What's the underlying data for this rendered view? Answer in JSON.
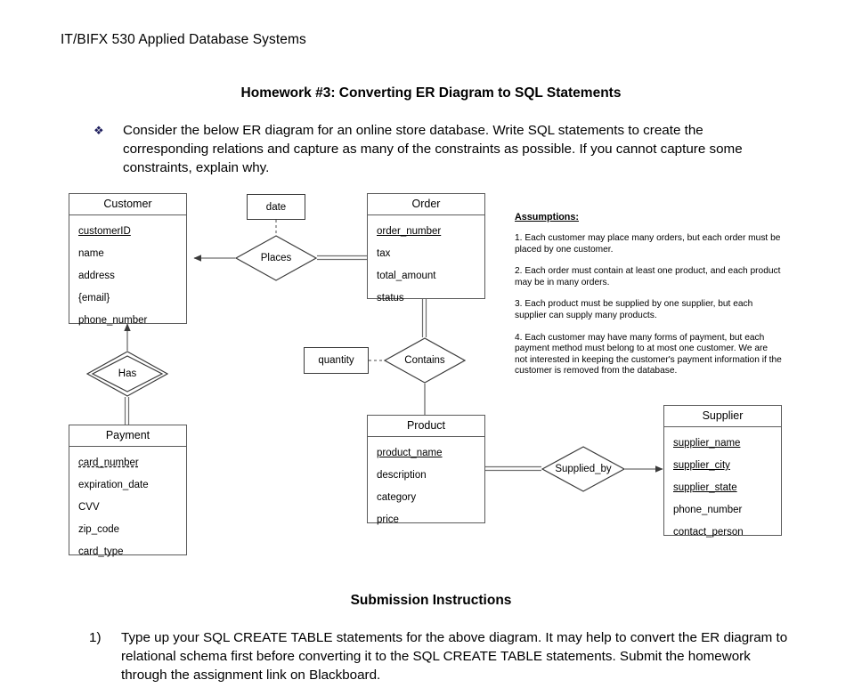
{
  "document": {
    "course_line": "IT/BIFX 530 Applied Database Systems",
    "title": "Homework #3: Converting ER Diagram to SQL Statements",
    "bullet_mark": "❖",
    "bullet_text": "Consider the below ER diagram for an online store database. Write SQL statements to create the corresponding relations and capture as many of the constraints as possible. If you cannot capture some constraints, explain why.",
    "submission_title": "Submission Instructions",
    "instruction_number": "1)",
    "instruction_text": "Type up your SQL CREATE TABLE statements for the above diagram. It may help to convert the ER diagram to relational schema first before converting it to the SQL CREATE TABLE statements. Submit the homework through the assignment link on Blackboard."
  },
  "er_diagram": {
    "entities": [
      {
        "name": "Customer",
        "attributes": [
          {
            "label": "customerID",
            "key": "primary"
          },
          {
            "label": "name",
            "key": "none"
          },
          {
            "label": "address",
            "key": "none"
          },
          {
            "label": "{email}",
            "key": "none"
          },
          {
            "label": "phone_number",
            "key": "none"
          }
        ]
      },
      {
        "name": "Order",
        "attributes": [
          {
            "label": "order_number",
            "key": "primary"
          },
          {
            "label": "tax",
            "key": "none"
          },
          {
            "label": "total_amount",
            "key": "none"
          },
          {
            "label": "status",
            "key": "none"
          }
        ]
      },
      {
        "name": "Payment",
        "attributes": [
          {
            "label": "card_number",
            "key": "partial"
          },
          {
            "label": "expiration_date",
            "key": "none"
          },
          {
            "label": "CVV",
            "key": "none"
          },
          {
            "label": "zip_code",
            "key": "none"
          },
          {
            "label": "card_type",
            "key": "none"
          }
        ]
      },
      {
        "name": "Product",
        "attributes": [
          {
            "label": "product_name",
            "key": "primary"
          },
          {
            "label": "description",
            "key": "none"
          },
          {
            "label": "category",
            "key": "none"
          },
          {
            "label": "price",
            "key": "none"
          }
        ]
      },
      {
        "name": "Supplier",
        "attributes": [
          {
            "label": "supplier_name",
            "key": "primary"
          },
          {
            "label": "supplier_city",
            "key": "primary"
          },
          {
            "label": "supplier_state",
            "key": "primary"
          },
          {
            "label": "phone_number",
            "key": "none"
          },
          {
            "label": "contact_person",
            "key": "none"
          }
        ]
      }
    ],
    "relationships": [
      {
        "name": "Places",
        "identifying": false
      },
      {
        "name": "Has",
        "identifying": true
      },
      {
        "name": "Contains",
        "identifying": false
      },
      {
        "name": "Supplied_by",
        "identifying": false
      }
    ],
    "relationship_attributes": [
      {
        "label": "date",
        "attached_to": "Places"
      },
      {
        "label": "quantity",
        "attached_to": "Contains"
      }
    ]
  },
  "assumptions": {
    "title": "Assumptions:",
    "items": [
      "1.  Each customer may place many orders, but each order must be placed by one customer.",
      "2.  Each order must contain at least one product, and each product may be in many orders.",
      "3.  Each product must be supplied by one supplier, but each supplier can supply many products.",
      "4.  Each customer may have many forms of payment, but each payment method must belong to at most one customer.  We are not interested in keeping the customer's payment information if the customer is removed from the database."
    ]
  },
  "colors": {
    "text": "#000000",
    "entity_border": "#5a5a5a",
    "line": "#6e6e6e",
    "bullet": "#1f1f5e",
    "background": "#ffffff"
  }
}
